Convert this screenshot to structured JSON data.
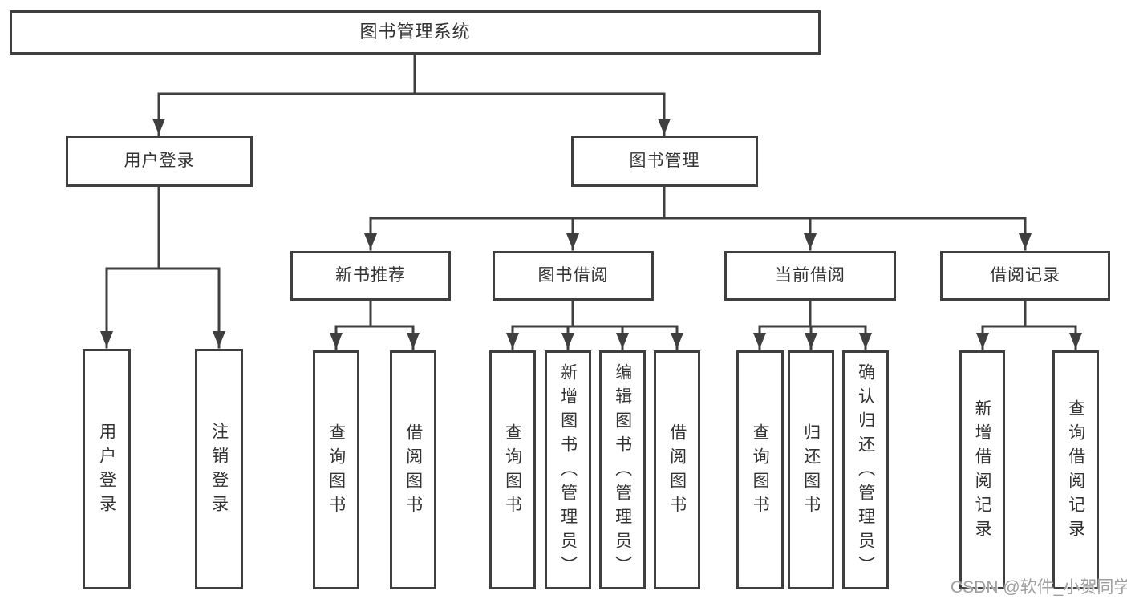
{
  "diagram": {
    "root": {
      "label": "图书管理系统"
    },
    "branches": [
      {
        "label": "用户登录",
        "children": [
          {
            "label": "用户登录"
          },
          {
            "label": "注销登录"
          }
        ]
      },
      {
        "label": "图书管理",
        "groups": [
          {
            "label": "新书推荐",
            "children": [
              {
                "label": "查询图书"
              },
              {
                "label": "借阅图书"
              }
            ]
          },
          {
            "label": "图书借阅",
            "children": [
              {
                "label": "查询图书"
              },
              {
                "label": "新增图书（管理员）"
              },
              {
                "label": "编辑图书（管理员）"
              },
              {
                "label": "借阅图书"
              }
            ]
          },
          {
            "label": "当前借阅",
            "children": [
              {
                "label": "查询图书"
              },
              {
                "label": "归还图书"
              },
              {
                "label": "确认归还（管理员）"
              }
            ]
          },
          {
            "label": "借阅记录",
            "children": [
              {
                "label": "新增借阅记录"
              },
              {
                "label": "查询借阅记录"
              }
            ]
          }
        ]
      }
    ]
  },
  "watermark": {
    "text": "CSDN @软件_小贺同学"
  },
  "colors": {
    "line": "#3f3f3f",
    "text": "#333333",
    "background": "#ffffff",
    "watermark": "#9e9e9e"
  }
}
